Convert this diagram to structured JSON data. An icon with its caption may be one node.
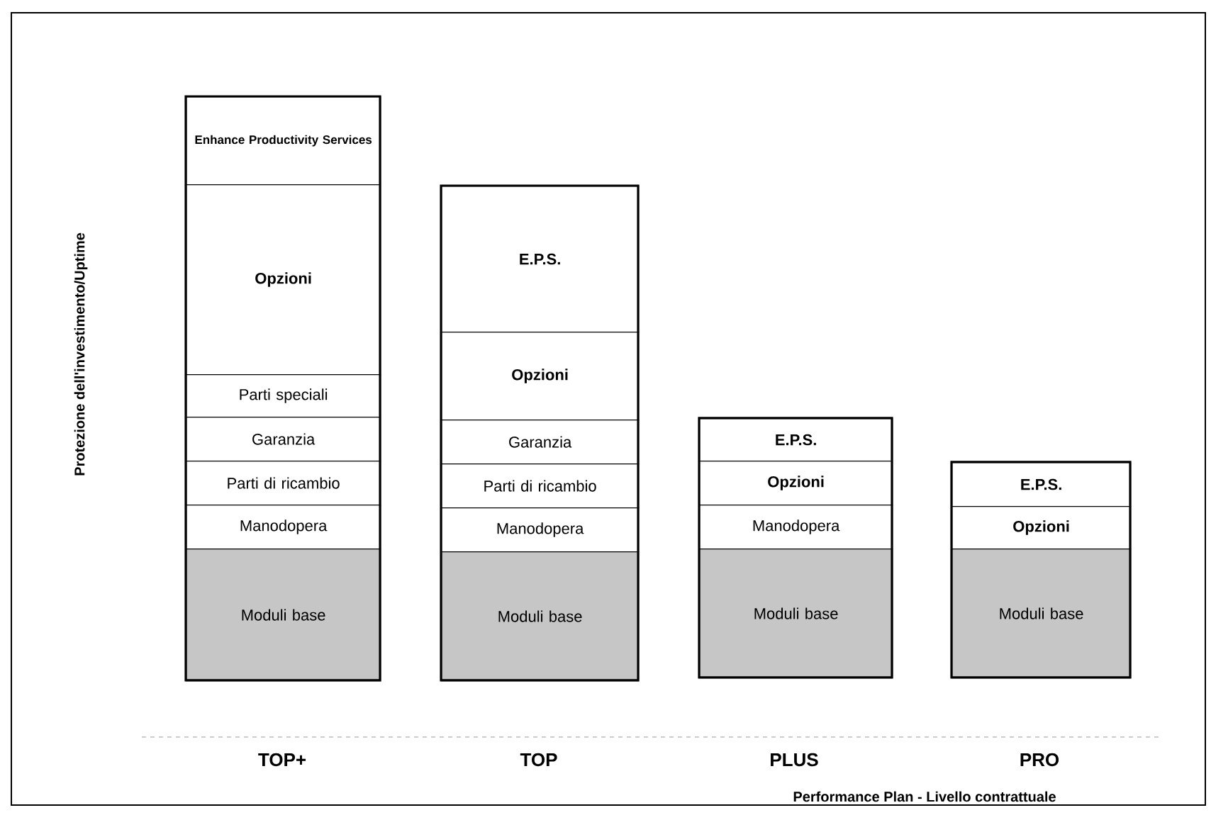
{
  "diagram": {
    "nodes": [
      {
        "text": [
          "Enhance Productivity Services"
        ]
      },
      {
        "text": [
          "Opzioni"
        ]
      },
      {
        "text": [
          "Parti speciali"
        ]
      },
      {
        "text": [
          "Garanzia"
        ]
      },
      {
        "text": [
          "Parti di ricambio"
        ]
      },
      {
        "text": [
          "Manodopera"
        ]
      },
      {
        "text": [
          "Moduli base"
        ]
      },
      {
        "text": [
          "E.P.S."
        ]
      },
      {
        "text": [
          "Opzioni"
        ]
      },
      {
        "text": [
          "Garanzia"
        ]
      },
      {
        "text": [
          "Parti di ricambio"
        ]
      },
      {
        "text": [
          "Manodopera"
        ]
      },
      {
        "text": [
          "Moduli base"
        ]
      },
      {
        "text": [
          "E.P.S."
        ]
      },
      {
        "text": [
          "Opzioni"
        ]
      },
      {
        "text": [
          "Manodopera"
        ]
      },
      {
        "text": [
          "Moduli base"
        ]
      },
      {
        "text": [
          "E.P.S."
        ]
      },
      {
        "text": [
          "Opzioni"
        ]
      },
      {
        "text": [
          "Moduli base"
        ]
      }
    ],
    "labels": [
      "Protezione dell'investimento/Uptime",
      "TOP+",
      "TOP",
      "PLUS",
      "PRO",
      "Performance Plan - Livello contrattuale"
    ]
  }
}
